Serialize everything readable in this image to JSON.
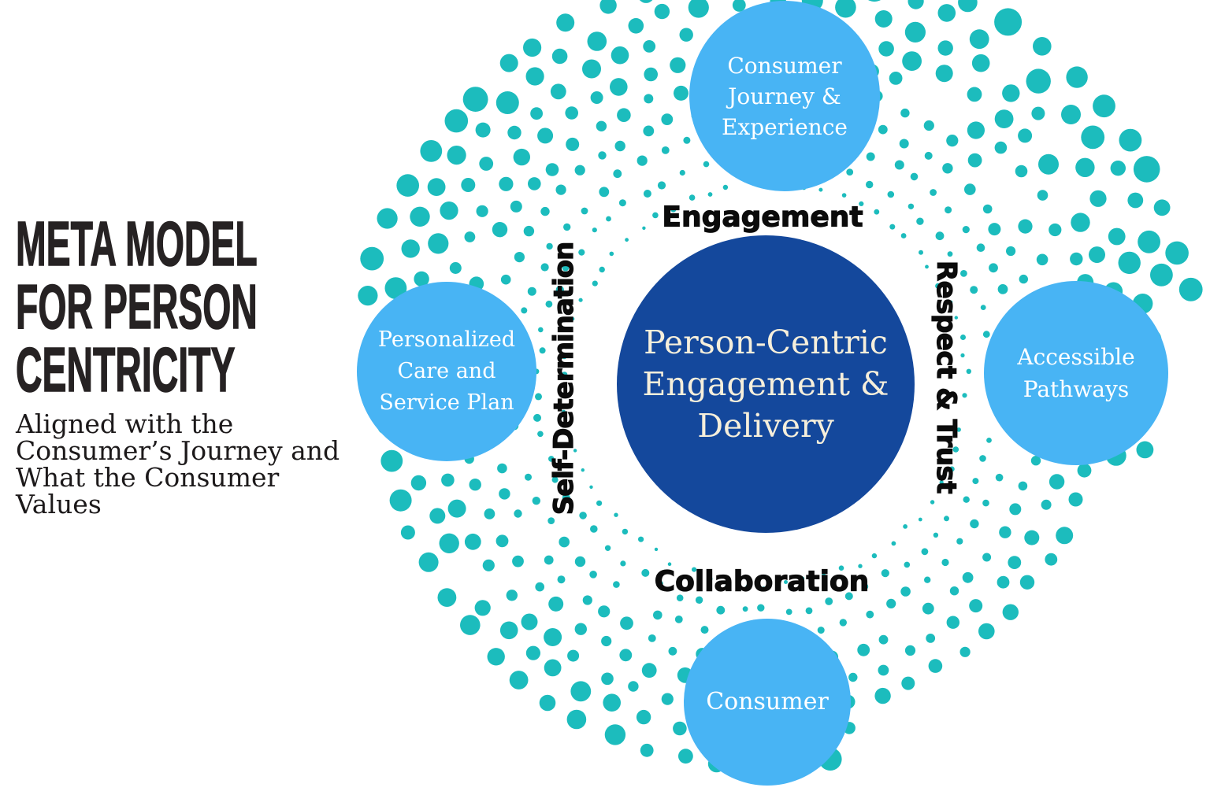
{
  "left_panel": {
    "title_lines": [
      "META MODEL",
      "FOR PERSON",
      "CENTRICITY"
    ],
    "subtitle_lines": [
      "Aligned with the",
      "Consumer’s Journey and",
      "What the Consumer",
      "Values"
    ]
  },
  "diagram": {
    "center_circle": {
      "lines": [
        "Person-Centric",
        "Engagement &",
        "Delivery"
      ]
    },
    "satellites": {
      "top": {
        "lines": [
          "Consumer",
          "Journey &",
          "Experience"
        ]
      },
      "right": {
        "lines": [
          "Accessible",
          "Pathways"
        ]
      },
      "bottom": {
        "lines": [
          "Consumer"
        ]
      },
      "left": {
        "lines": [
          "Personalized",
          "Care and",
          "Service Plan"
        ]
      }
    },
    "value_labels": {
      "top": "Engagement",
      "right": "Respect & Trust",
      "bottom": "Collaboration",
      "left": "Self-Determination"
    }
  },
  "colors": {
    "background": "#ffffff",
    "teal_dots": "#1cbcbd",
    "satellite_blue": "#48b4f4",
    "center_blue": "#14489c",
    "center_text_cream": "#f6efdb",
    "satellite_text": "#ffffff",
    "title_black": "#262223",
    "label_black": "#0b0b0b"
  }
}
